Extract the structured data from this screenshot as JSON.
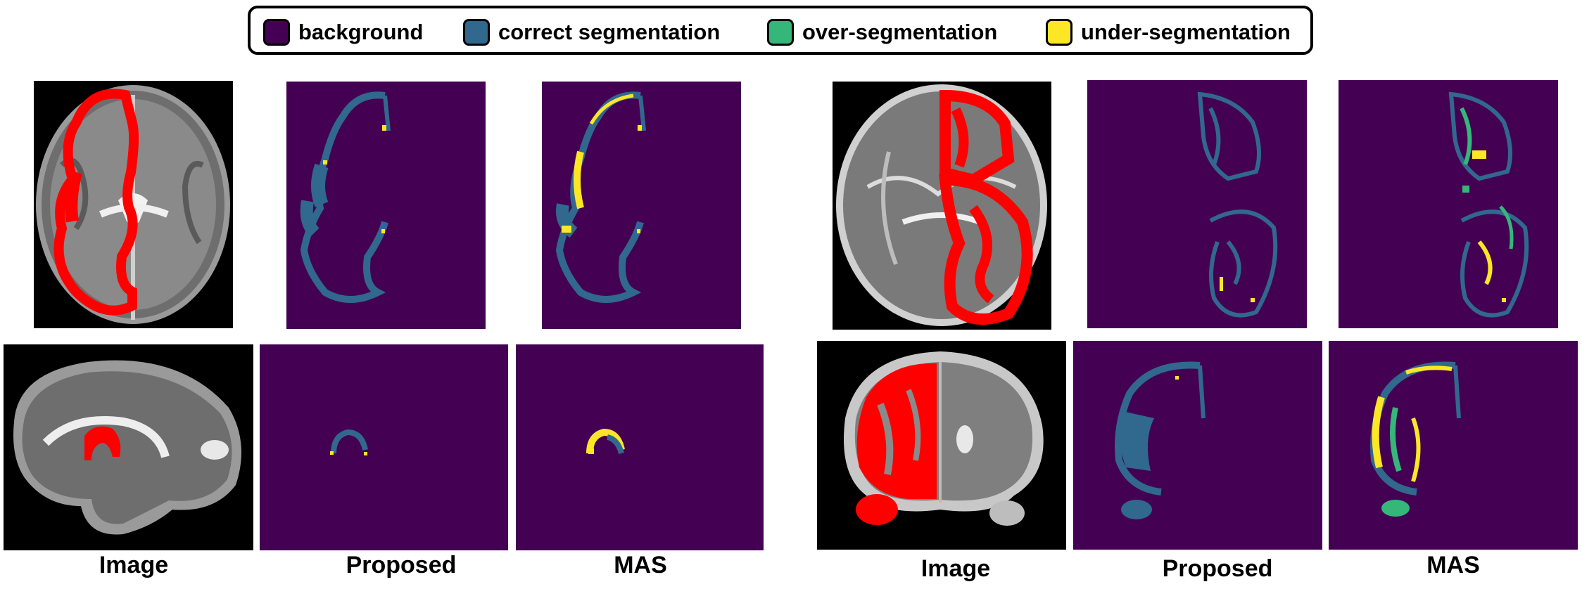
{
  "legend": {
    "items": [
      {
        "label": "background",
        "color": "#440154"
      },
      {
        "label": "correct segmentation",
        "color": "#31688e"
      },
      {
        "label": "over-segmentation",
        "color": "#35b779"
      },
      {
        "label": "under-segmentation",
        "color": "#fde725"
      }
    ]
  },
  "captions": {
    "left": [
      "Image",
      "Proposed",
      "MAS"
    ],
    "right": [
      "Image",
      "Proposed",
      "MAS"
    ]
  },
  "colors": {
    "background": "#440154",
    "correct": "#31688e",
    "over": "#35b779",
    "under": "#fde725",
    "annotation": "#ff0000"
  }
}
